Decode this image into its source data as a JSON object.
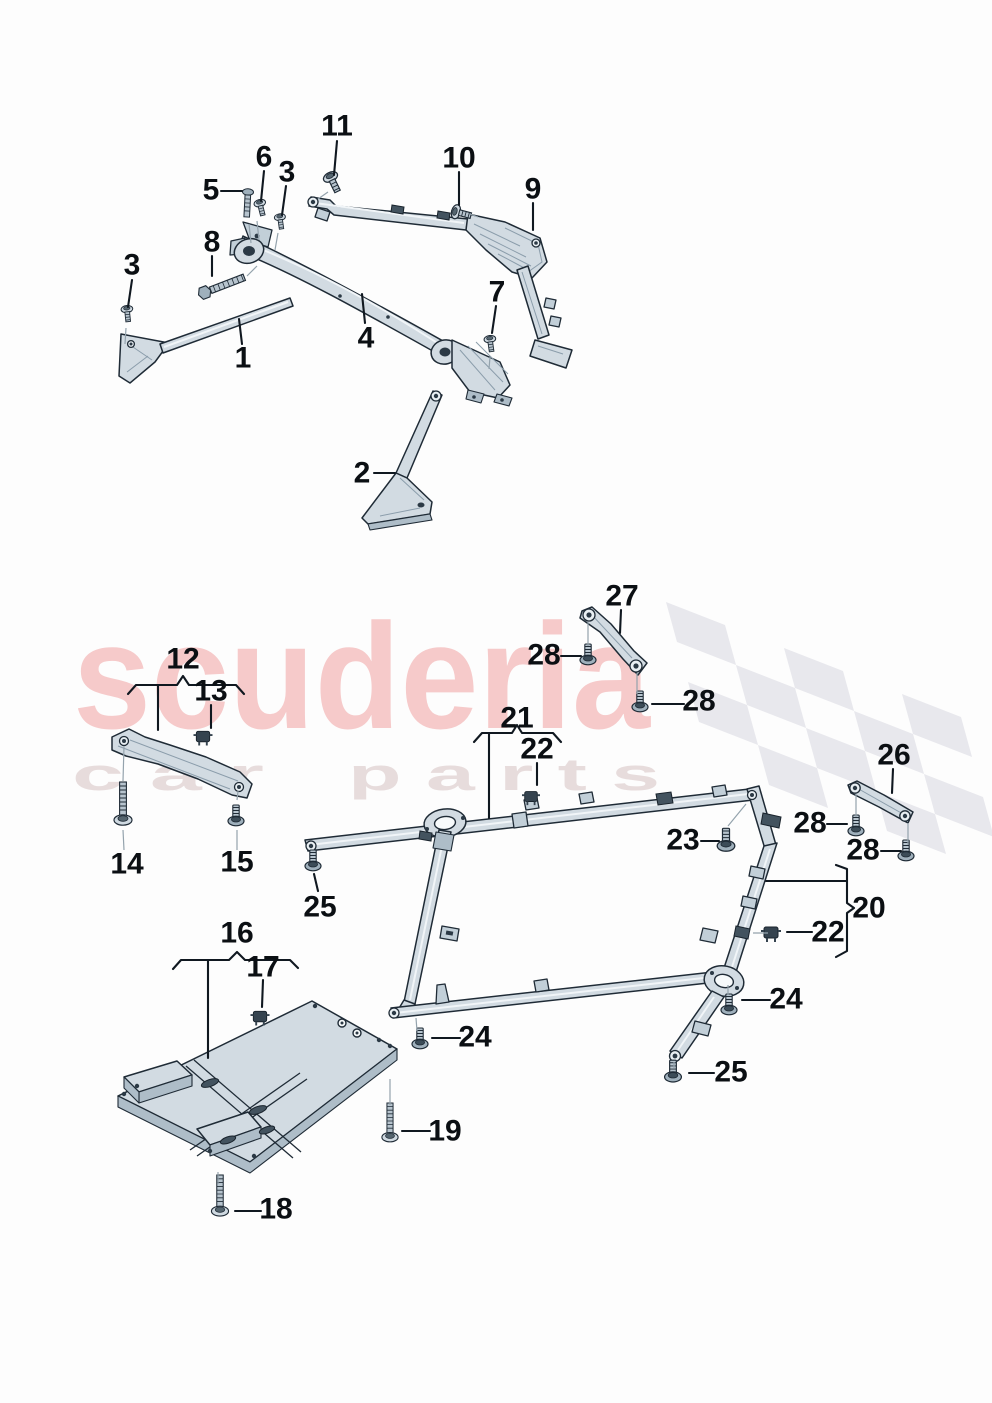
{
  "watermark": {
    "brand": "scuderia",
    "tagline_left": "c a r",
    "tagline_right": "p a r t s"
  },
  "colors": {
    "brand_pink": "#f6caca",
    "tagline_gray": "#e7dcdc",
    "flag_gray": "#e8e8ed",
    "part_fill": "#d2dbe2",
    "line_dark": "#1f2b36"
  },
  "callouts": [
    "11",
    "6",
    "3",
    "5",
    "10",
    "9",
    "8",
    "3",
    "7",
    "1",
    "4",
    "2",
    "12",
    "13",
    "14",
    "15",
    "27",
    "28",
    "28",
    "21",
    "22",
    "26",
    "28",
    "28",
    "23",
    "20",
    "22",
    "25",
    "24",
    "24",
    "25",
    "16",
    "17",
    "18",
    "19"
  ]
}
